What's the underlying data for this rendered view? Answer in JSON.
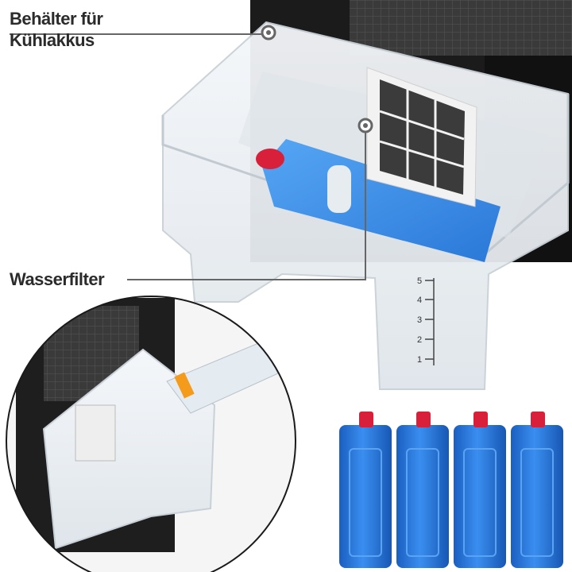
{
  "callouts": {
    "tank_label_line1": "Behälter für",
    "tank_label_line2": "Kühlakkus",
    "filter_label": "Wasserfilter"
  },
  "scale_marks": [
    "1",
    "2",
    "3",
    "4",
    "5"
  ],
  "ice_pack_count": 4,
  "colors": {
    "ice_pack_blue": "#1f6fd1",
    "cap_red": "#d8203a",
    "tank_clear": "#e9eef3",
    "device_black": "#1a1a1a"
  }
}
